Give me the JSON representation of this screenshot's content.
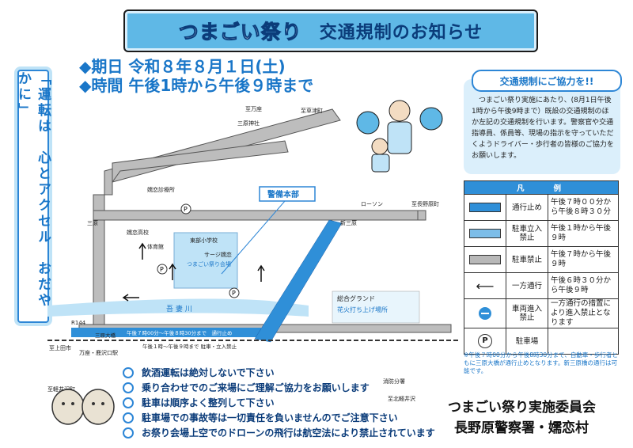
{
  "header": {
    "title_main": "つまごい祭り",
    "title_sub": "交通規制のお知らせ"
  },
  "event": {
    "date_line": "◆期日 令和８年８月１日(土)",
    "time_line": "◆時間 午後1時から午後９時まで"
  },
  "slogan": "「運転は　心とアクセル　おだやかに」",
  "cooperation": {
    "heading": "交通規制にご協力を!!",
    "body": "つまごい祭り実施にあたり、(8月1日午後1時から午後9時まで）既設の交通規制のほか左記の交通規制を行います。警察官や交通指導員、係員等、現場の指示を守っていただくようドライバー・歩行者の皆様のご協力をお願いします。"
  },
  "legend": {
    "heading": "凡　　例",
    "rows": [
      {
        "label": "通行止め",
        "desc": "午後７時００分から午後８時３０分"
      },
      {
        "label": "駐車立入禁止",
        "desc": "午後１時から午後９時"
      },
      {
        "label": "駐車禁止",
        "desc": "午後７時から午後９時"
      },
      {
        "label": "一方通行",
        "desc": "午後６時３０分から午後９時"
      },
      {
        "label": "車両進入禁止",
        "desc": "一方通行の措置により進入禁止となります"
      },
      {
        "label": "駐車場",
        "desc": ""
      }
    ],
    "colors": {
      "closed": "#2f8fd8",
      "no_entry_area": "#7cbde8",
      "no_parking": "#b8b8b8"
    }
  },
  "note": "※午後７時00分から午後8時30分まで、自動車・歩行者ともに三原大橋が通行止めとなります。新三原橋の通行は可能です。",
  "rules": [
    "飲酒運転は絶対しないで下さい",
    "乗り合わせでのご来場にご理解ご協力をお願いします",
    "駐車は順序よく整列して下さい",
    "駐車場での事故等は一切責任を負いませんのでご注意下さい",
    "お祭り会場上空でのドローンの飛行は航空法により禁止されています"
  ],
  "organizers": {
    "line1": "つまごい祭り実施委員会",
    "line2": "長野原警察署・嬬恋村"
  },
  "map": {
    "hq_label": "警備本部",
    "venue_label": "つまごい祭り会場",
    "river": "吾 妻 川",
    "ground": "総合グランド",
    "fireworks": "花火打ち上げ場所",
    "bridge_closed": "午後７時00分～午後８時30分まで　通行止め",
    "parking_ban": "午後１時～午後９時まで 駐車・立入禁止",
    "labels": {
      "to_manza": "至万座",
      "to_kusatsu": "至草津町",
      "mihara_shrine": "三原神社",
      "ttemple": "嬬恋診療所",
      "lawson": "ローソン",
      "to_naganohara": "至長野原町",
      "mihara": "三原",
      "shingo": "新三原",
      "tsumagoi_high": "嬬恋高校",
      "gym": "体育館",
      "east_elem": "東部小学校",
      "center": "サージ嬬恋",
      "route144": "R144",
      "mihara_bridge": "三原大橋",
      "to_kamita": "至上田市",
      "station": "万座・鹿沢口駅",
      "to_karuizawa": "至軽井沢町",
      "fire_station": "消防分署",
      "kitakaru": "至北軽井沢"
    }
  }
}
